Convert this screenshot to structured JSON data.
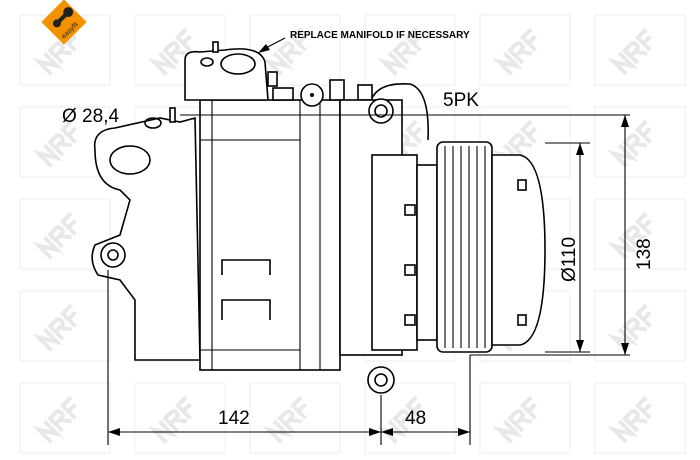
{
  "badge": {
    "label": "easyfit",
    "color": "#f39200"
  },
  "watermark": "NRF",
  "annotations": {
    "manifold_note": "REPLACE MANIFOLD IF NECESSARY",
    "port_diameter": "Ø 28,4",
    "belt_type": "5PK",
    "pulley_diameter": "Ø110",
    "height": "138",
    "body_length": "142",
    "pulley_length": "48"
  }
}
